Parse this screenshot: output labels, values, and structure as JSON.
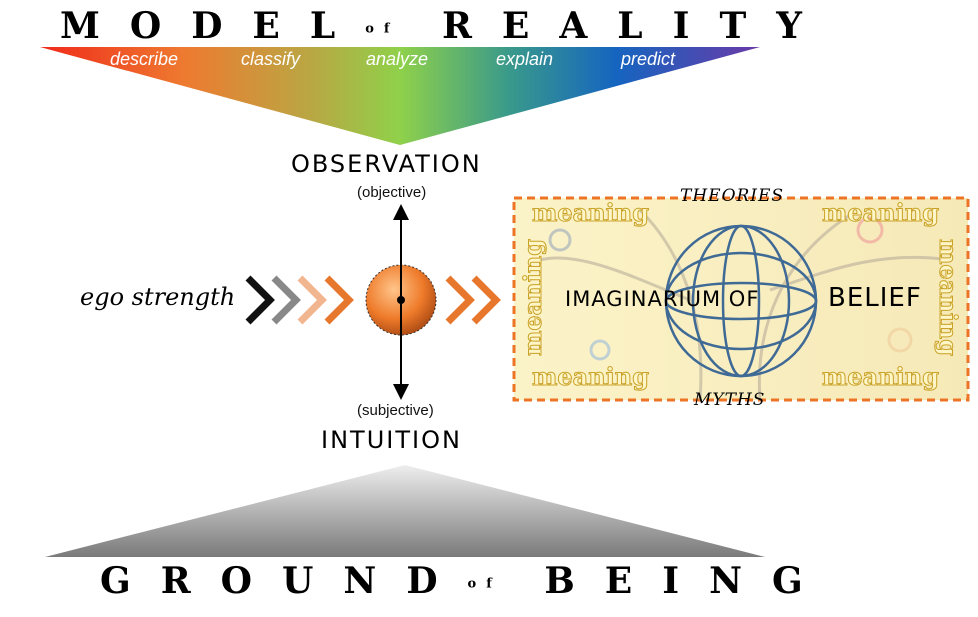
{
  "top": {
    "title_left": "MODEL",
    "title_of": "of",
    "title_right": "REALITY",
    "verbs": [
      "describe",
      "classify",
      "analyze",
      "explain",
      "predict"
    ]
  },
  "center": {
    "observation": "OBSERVATION",
    "objective": "(objective)",
    "subjective": "(subjective)",
    "intuition": "INTUITION",
    "ego": "ego strength"
  },
  "belief": {
    "theories": "THEORIES",
    "myths": "MYTHS",
    "title_a": "IMAGINARIUM OF",
    "title_b": "BELIEF",
    "meaning": "meaning"
  },
  "bottom": {
    "title_left": "GROUND",
    "title_of": "of",
    "title_right": "BEING"
  },
  "colors": {
    "orange": "#e8772e",
    "globe": "#3f6a96",
    "dash": "#ee7425"
  }
}
